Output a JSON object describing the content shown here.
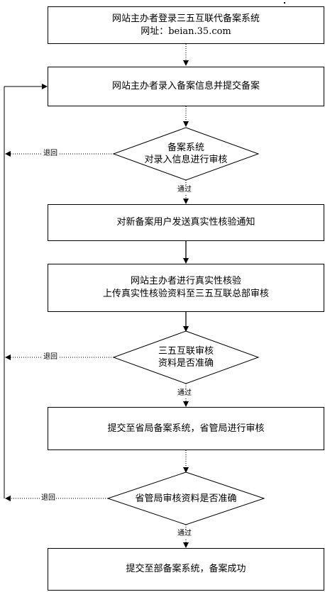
{
  "steps": [
    {
      "line1": "网站主办者登录三五互联代备案系统",
      "line2": "网址：beian.35.com"
    },
    {
      "line1": "网站主办者录入备案信息并提交备案"
    },
    {
      "line1": "备案系统",
      "line2": "对录入信息进行审核"
    },
    {
      "line1": "对新备案用户发送真实性核验通知"
    },
    {
      "line1": "网站主办者进行真实性核验",
      "line2": "上传真实性核验资料至三五互联总部审核"
    },
    {
      "line1": "三五互联审核",
      "line2": "资料是否准确"
    },
    {
      "line1": "提交至省局备案系统，省管局进行审核"
    },
    {
      "line1": "省管局审核资料是否准确"
    },
    {
      "line1": "提交至部备案系统，备案成功"
    }
  ],
  "labels": {
    "pass": "通过",
    "return": "退回"
  },
  "colors": {
    "line": "#000000",
    "box_fill": "#ffffff"
  }
}
